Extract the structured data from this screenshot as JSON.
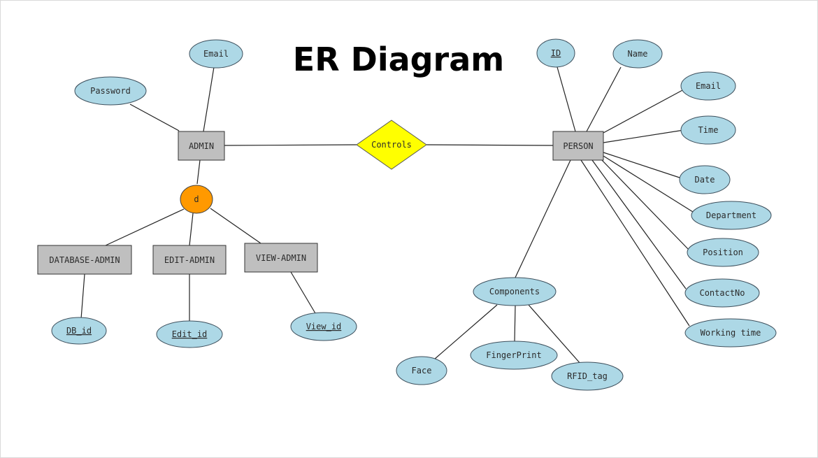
{
  "title": "ER Diagram",
  "colors": {
    "entity_fill": "#bfbfbf",
    "attribute_fill": "#add8e6",
    "relationship_fill": "#ffff00",
    "disjoint_fill": "#ff9900"
  },
  "entities": {
    "admin": "ADMIN",
    "person": "PERSON",
    "database_admin": "DATABASE-ADMIN",
    "edit_admin": "EDIT-ADMIN",
    "view_admin": "VIEW-ADMIN"
  },
  "relationship": {
    "controls": "Controls"
  },
  "disjoint": {
    "symbol": "d"
  },
  "admin_attributes": {
    "email": "Email",
    "password": "Password"
  },
  "subclass_keys": {
    "db_id": "DB_id",
    "edit_id": "Edit_id",
    "view_id": "View_id"
  },
  "person_attributes": {
    "id": "ID",
    "name": "Name",
    "email": "Email",
    "time": "Time",
    "date": "Date",
    "department": "Department",
    "position": "Position",
    "contact_no": "ContactNo",
    "working_time": "Working time",
    "components": "Components"
  },
  "component_attributes": {
    "face": "Face",
    "fingerprint": "FingerPrint",
    "rfid_tag": "RFID_tag"
  }
}
